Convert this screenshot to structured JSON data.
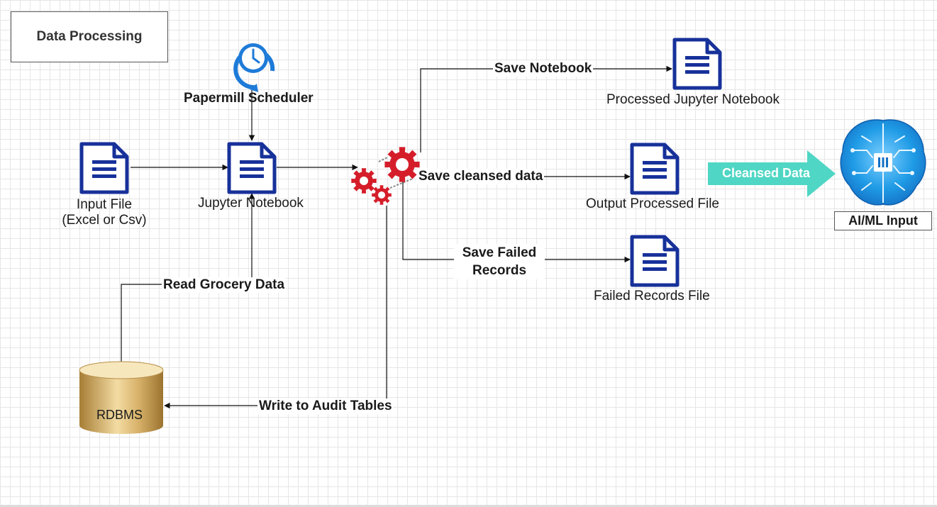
{
  "title": "Data Processing",
  "nodes": {
    "input_file": "Input File",
    "input_file_sub": "(Excel or Csv)",
    "jupyter_notebook": "Jupyter Notebook",
    "scheduler": "Papermill Scheduler",
    "processed_notebook": "Processed Jupyter Notebook",
    "output_file": "Output Processed File",
    "failed_file": "Failed Records File",
    "rdbms": "RDBMS",
    "aiml": "AI/ML Input"
  },
  "edges": {
    "save_notebook": "Save Notebook",
    "save_cleansed": "Save cleansed data",
    "save_failed_1": "Save Failed",
    "save_failed_2": "Records",
    "read_grocery": "Read Grocery Data",
    "write_audit": "Write to Audit Tables",
    "cleansed_data": "Cleansed Data"
  },
  "colors": {
    "doc_icon": "#17319a",
    "clock_icon": "#1e7bd8",
    "gear": "#d51d2a",
    "arrow_teal": "#4fd6c4",
    "brain": "#1a9be8",
    "rdbms_gold": "#c8a15a"
  }
}
